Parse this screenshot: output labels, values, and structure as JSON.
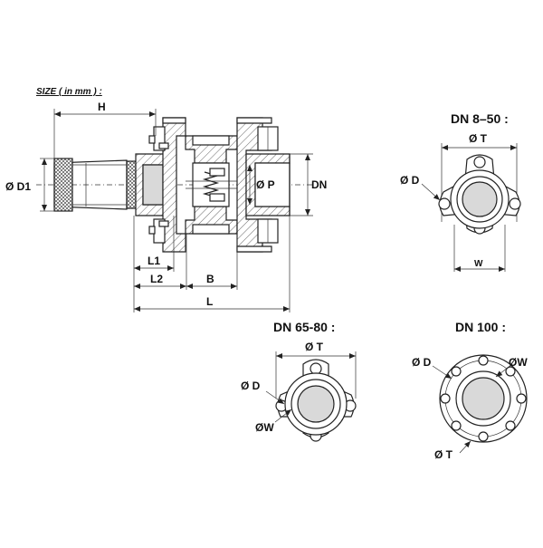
{
  "size_note": "SIZE ( in mm ) :",
  "section_view": {
    "labels": {
      "h": "H",
      "d1": "Ø D1",
      "p": "Ø P",
      "dn": "DN",
      "l1": "L1",
      "l2": "L2",
      "b": "B",
      "l": "L"
    }
  },
  "views": [
    {
      "title": "DN 8–50 :",
      "labels": {
        "t": "Ø T",
        "d": "Ø D",
        "w": "W"
      }
    },
    {
      "title": "DN 65-80 :",
      "labels": {
        "t": "Ø T",
        "d": "Ø D",
        "w": "ØW"
      }
    },
    {
      "title": "DN 100 :",
      "labels": {
        "d": "Ø D",
        "w": "ØW",
        "t": "Ø T"
      }
    }
  ]
}
